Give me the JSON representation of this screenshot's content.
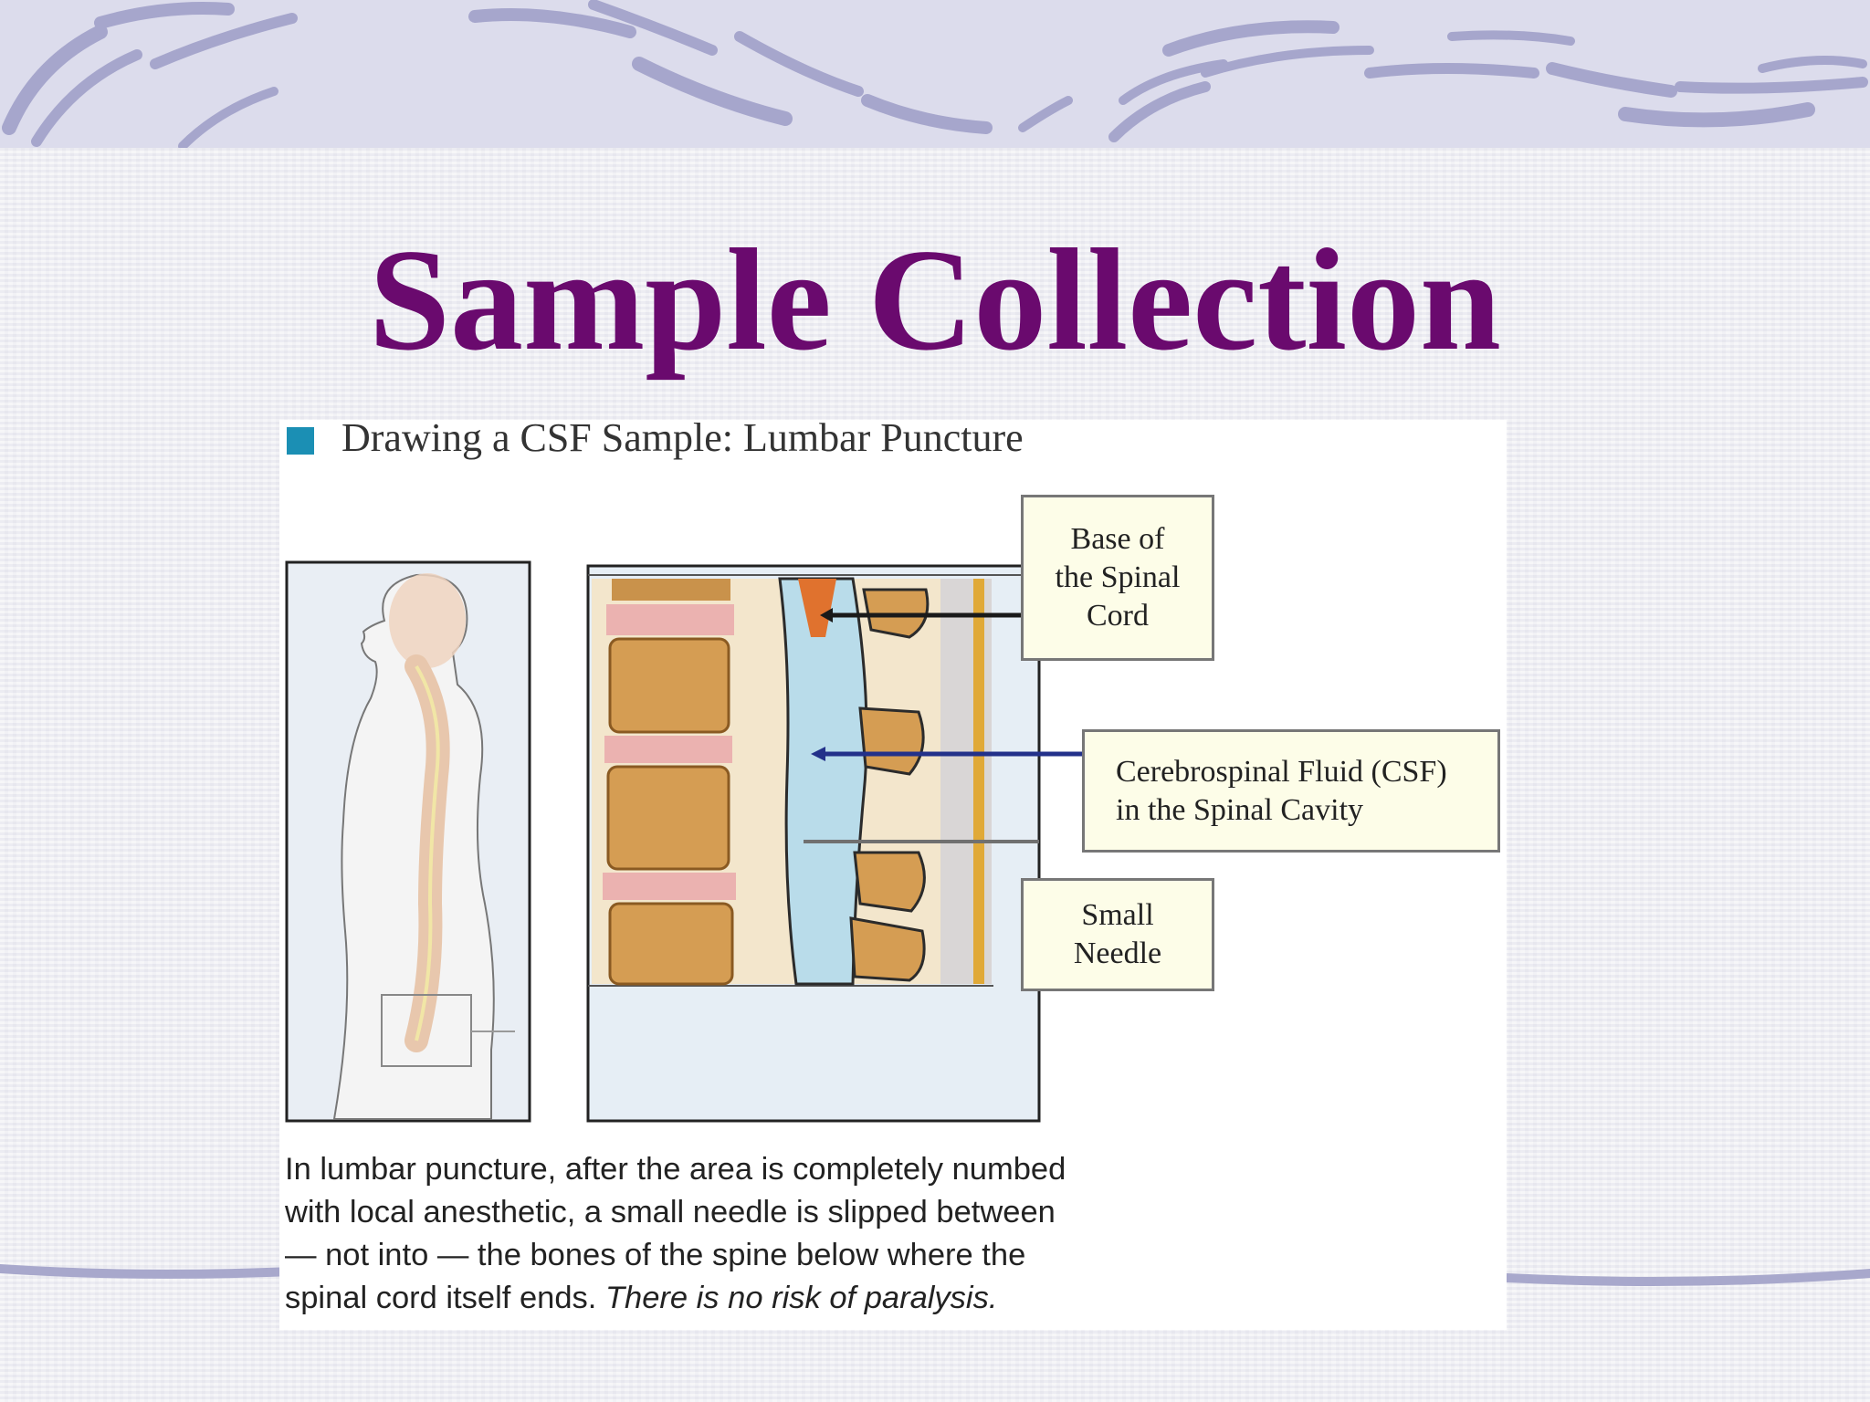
{
  "slide": {
    "title": "Sample Collection",
    "bullet": "Drawing a CSF Sample: Lumbar Puncture"
  },
  "figure": {
    "labels": {
      "base_line1": "Base of",
      "base_line2": "the Spinal",
      "base_line3": "Cord",
      "csf_line1": "Cerebrospinal Fluid (CSF)",
      "csf_line2": "in the Spinal Cavity",
      "needle_line1": "Small",
      "needle_line2": "Needle"
    }
  },
  "caption": {
    "line1": "In lumbar puncture, after the area is completely numbed",
    "line2": "with local anesthetic, a small needle is slipped between",
    "line3": "— not into — the bones of the spine below where the",
    "line4_plain": "spinal cord itself ends. ",
    "line4_italic": "There is no risk of paralysis."
  },
  "colors": {
    "title": "#6a0a6e",
    "bullet": "#1b8fb4",
    "swoosh": "#a8a8cc",
    "arrow_base": "#1a1a1a",
    "arrow_csf": "#23318a",
    "arrow_needle": "#666666"
  }
}
